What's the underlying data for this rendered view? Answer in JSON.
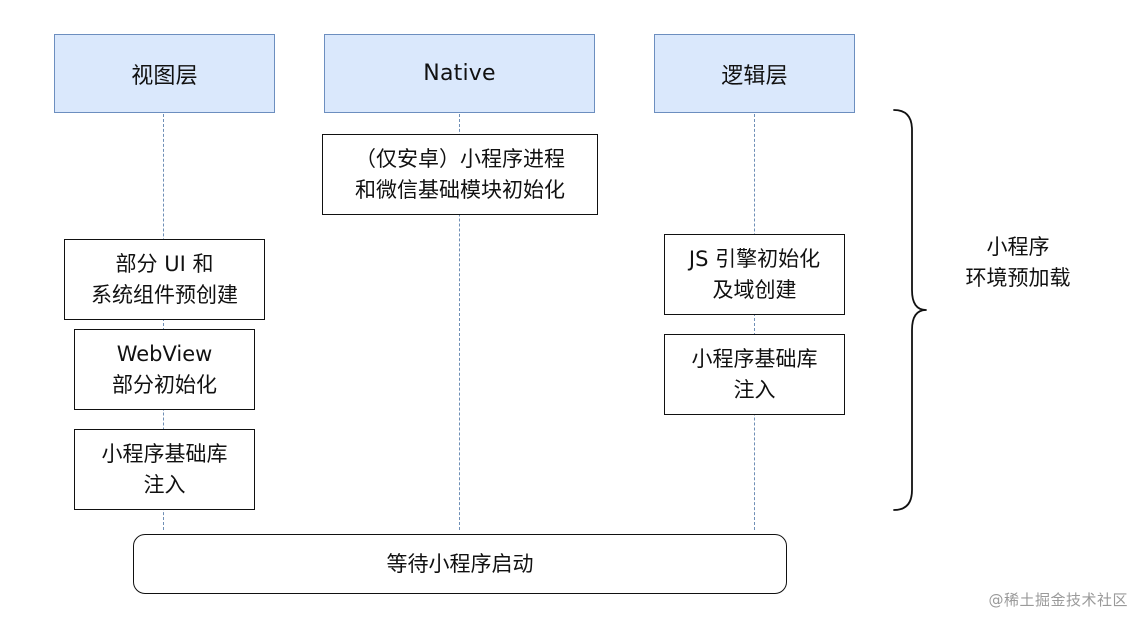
{
  "lanes": {
    "view": {
      "title": "视图层",
      "steps": [
        "部分 UI 和\n系统组件预创建",
        "WebView\n部分初始化",
        "小程序基础库\n注入"
      ]
    },
    "native": {
      "title": "Native",
      "steps": [
        "（仅安卓）小程序进程\n和微信基础模块初始化"
      ]
    },
    "logic": {
      "title": "逻辑层",
      "steps": [
        "JS 引擎初始化\n及域创建",
        "小程序基础库\n注入"
      ]
    }
  },
  "bottom": {
    "label": "等待小程序启动"
  },
  "brace": {
    "label": "小程序\n环境预加载"
  },
  "watermark": "@稀土掘金技术社区"
}
